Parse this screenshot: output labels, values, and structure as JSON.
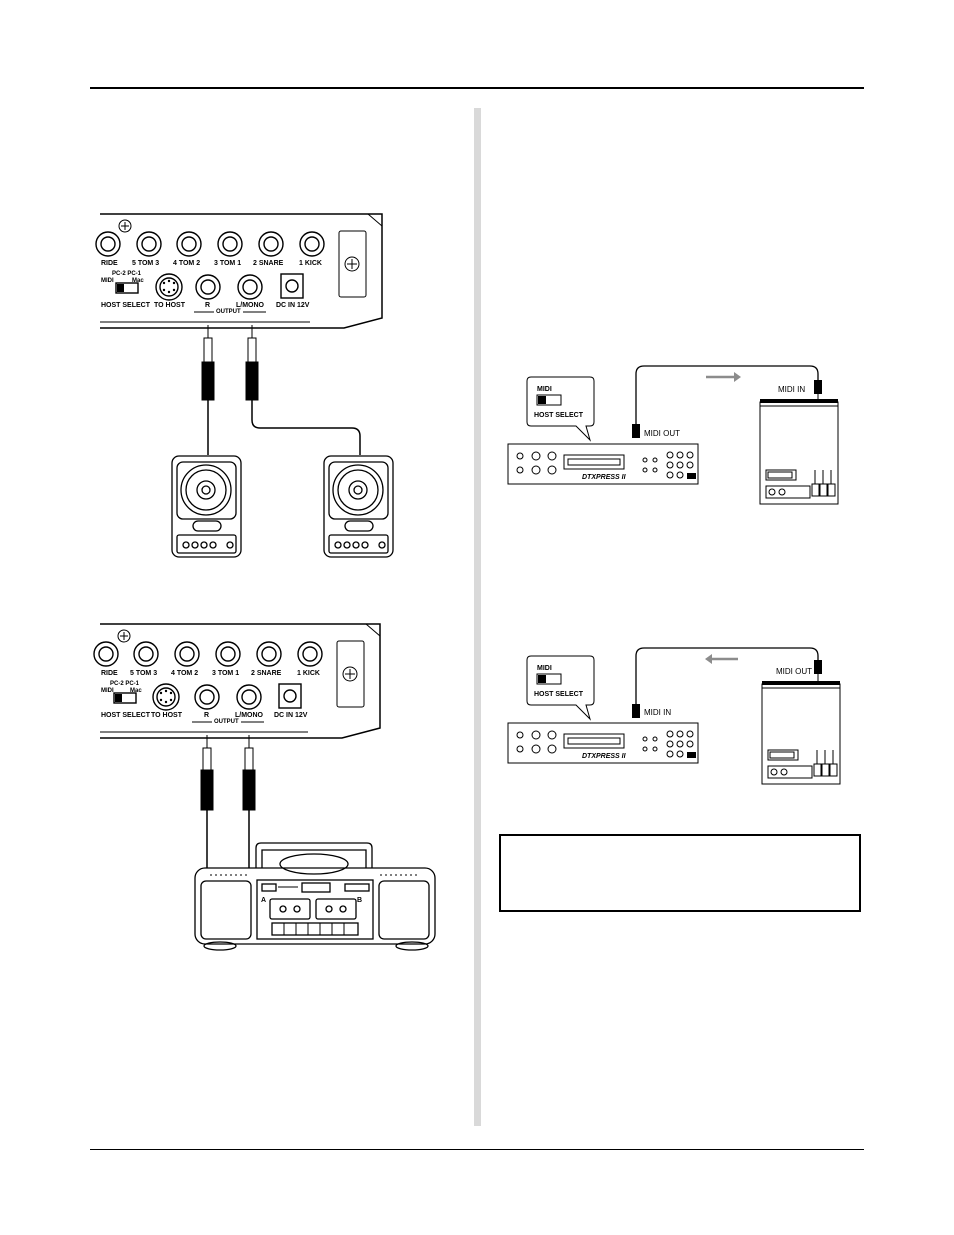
{
  "panel1": {
    "jacks": [
      "RIDE",
      "5 TOM 3",
      "4 TOM 2",
      "3 TOM 1",
      "2 SNARE",
      "1 KICK"
    ],
    "switch_top": "PC-2  PC-1",
    "switch_mid": "MIDI",
    "switch_mac": "Mac",
    "host_select": "HOST SELECT",
    "to_host": "TO HOST",
    "out_r": "R",
    "out_l": "L/MONO",
    "output": "OUTPUT",
    "dc_in": "DC IN 12V"
  },
  "panel2": {
    "jacks": [
      "RIDE",
      "5 TOM 3",
      "4 TOM 2",
      "3 TOM 1",
      "2 SNARE",
      "1 KICK"
    ],
    "switch_top": "PC-2  PC-1",
    "switch_mid": "MIDI",
    "switch_mac": "Mac",
    "host_select": "HOST SELECT",
    "to_host": "TO HOST",
    "out_r": "R",
    "out_l": "L/MONO",
    "output": "OUTPUT",
    "dc_in": "DC IN 12V"
  },
  "boombox": {
    "deck_a": "A",
    "deck_b": "B"
  },
  "midi_out_diagram": {
    "switch_label": "MIDI",
    "host_select": "HOST SELECT",
    "module_port": "MIDI OUT",
    "device_port": "MIDI IN"
  },
  "midi_in_diagram": {
    "switch_label": "MIDI",
    "host_select": "HOST SELECT",
    "module_port": "MIDI IN",
    "device_port": "MIDI OUT"
  },
  "note_box": {
    "text": ""
  },
  "colors": {
    "rule": "#000000",
    "divider": "#d9d9d9",
    "arrow": "#8c8c8c"
  }
}
